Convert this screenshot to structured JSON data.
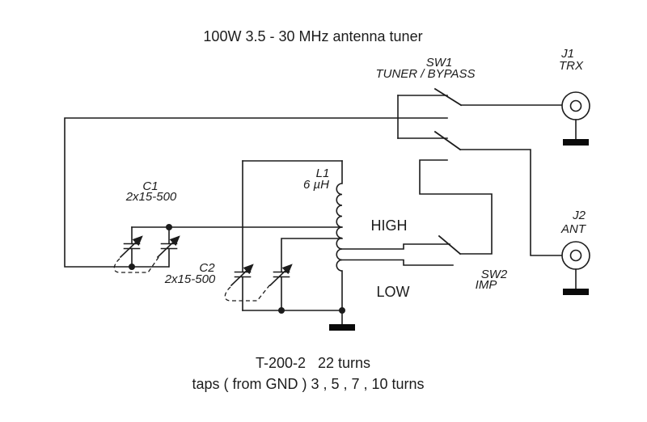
{
  "title": "100W 3.5 - 30 MHz antenna tuner",
  "colors": {
    "background": "#ffffff",
    "line": "#1c1c1c",
    "text": "#1c1c1c"
  },
  "components": {
    "sw1": {
      "name": "SW1",
      "function": "TUNER / BYPASS"
    },
    "sw2": {
      "name": "SW2",
      "function": "IMP"
    },
    "j1": {
      "name": "J1",
      "function": "TRX"
    },
    "j2": {
      "name": "J2",
      "function": "ANT"
    },
    "c1": {
      "name": "C1",
      "value": "2x15-500"
    },
    "c2": {
      "name": "C2",
      "value": "2x15-500"
    },
    "l1": {
      "name": "L1",
      "value": "6 µH"
    }
  },
  "tap_labels": {
    "high": "HIGH",
    "low": "LOW"
  },
  "notes": {
    "core": "T-200-2   22 turns",
    "taps": "taps ( from GND ) 3 , 5 , 7 , 10 turns"
  }
}
